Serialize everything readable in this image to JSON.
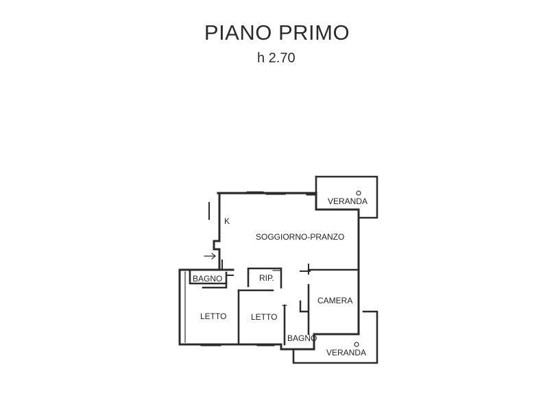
{
  "plan": {
    "title": "PIANO PRIMO",
    "height_label": "h 2.70",
    "kitchen_mark": "K",
    "rooms": {
      "veranda_top": "VERANDA",
      "living": "SOGGIORNO-PRANZO",
      "bath_left": "BAGNO",
      "storage": "RIP.",
      "bedroom_right": "CAMERA",
      "bedroom_left": "LETTO",
      "bedroom_mid": "LETTO",
      "bath_bottom": "BAGNO",
      "veranda_bottom": "VERANDA"
    }
  }
}
